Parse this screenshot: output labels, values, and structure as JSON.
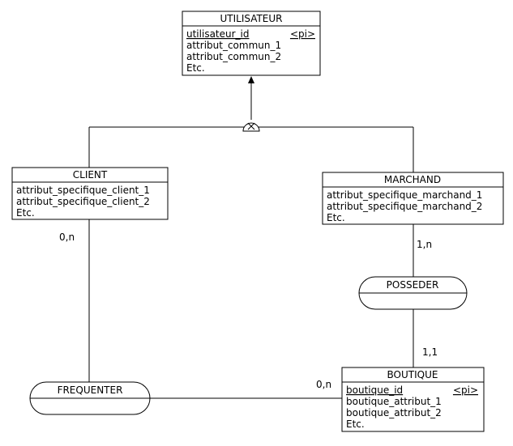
{
  "entities": {
    "utilisateur": {
      "name": "UTILISATEUR",
      "identifier": "utilisateur_id",
      "identifier_tag": "<pi>",
      "attributes": [
        "attribut_commun_1",
        "attribut_commun_2",
        "Etc."
      ]
    },
    "client": {
      "name": "CLIENT",
      "attributes": [
        "attribut_specifique_client_1",
        "attribut_specifique_client_2",
        "Etc."
      ]
    },
    "marchand": {
      "name": "MARCHAND",
      "attributes": [
        "attribut_specifique_marchand_1",
        "attribut_specifique_marchand_2",
        "Etc."
      ]
    },
    "boutique": {
      "name": "BOUTIQUE",
      "identifier": "boutique_id",
      "identifier_tag": "<pi>",
      "attributes": [
        "boutique_attribut_1",
        "boutique_attribut_2",
        "Etc."
      ]
    }
  },
  "associations": {
    "posseder": {
      "name": "POSSEDER"
    },
    "frequenter": {
      "name": "FREQUENTER"
    }
  },
  "cardinalities": {
    "client_frequenter": "0,n",
    "boutique_frequenter": "0,n",
    "marchand_posseder": "1,n",
    "boutique_posseder": "1,1"
  }
}
